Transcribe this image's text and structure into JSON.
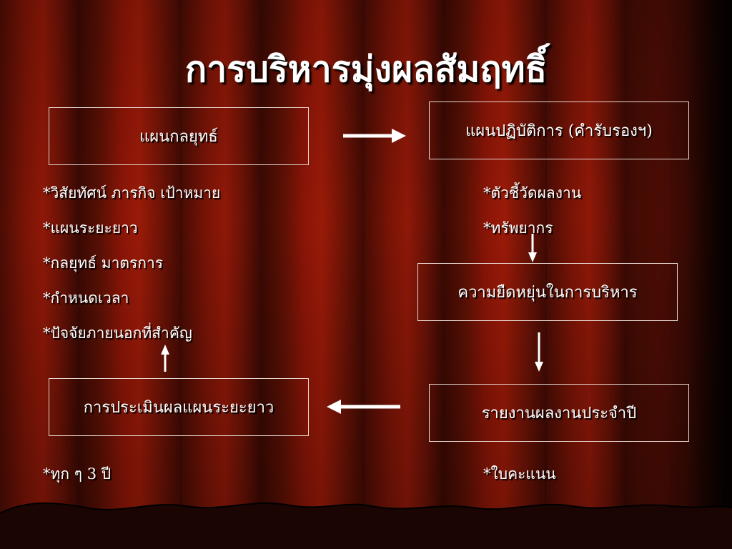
{
  "title": "การบริหารมุ่งผลสัมฤทธิ์",
  "boxes": {
    "strategic_plan": "แผนกลยุทธ์",
    "action_plan": "แผนปฏิบัติการ (คำรับรองฯ)",
    "flexibility": "ความยืดหยุ่นในการบริหาร",
    "annual_report": "รายงานผลงานประจำปี",
    "long_term_eval": "การประเมินผลแผนระยะยาว"
  },
  "left_bullets": [
    "*วิสัยทัศน์ ภารกิจ เป้าหมาย",
    "*แผนระยะยาว",
    "*กลยุทธ์ มาตรการ",
    "*กำหนดเวลา",
    "*ปัจจัยภายนอกที่สำคัญ"
  ],
  "right_bullets": [
    "*ตัวชี้วัดผลงาน",
    "*ทรัพยากร"
  ],
  "eval_note": "*ทุก ๆ 3 ปี",
  "report_note": "*ใบคะแนน"
}
